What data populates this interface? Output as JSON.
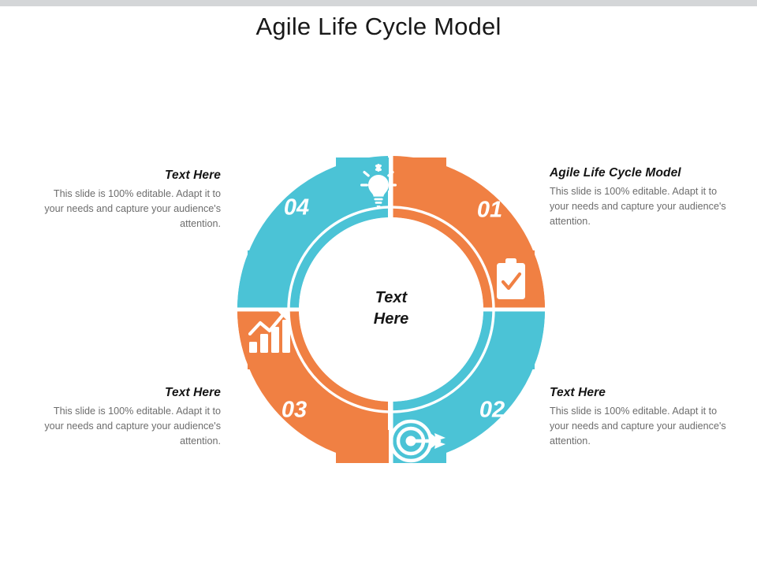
{
  "slide": {
    "title": "Agile Life Cycle Model",
    "center_label_line1": "Text",
    "center_label_line2": "Here",
    "accent_orange": "#F08043",
    "accent_teal": "#4BC3D6",
    "title_color": "#181818",
    "body_color": "#6D6D6D",
    "topbar_color": "#D4D6D8"
  },
  "segments": [
    {
      "number": "01",
      "color": "#F08043",
      "icon": "clipboard-check-icon",
      "position": "top-right",
      "heading": "Agile Life Cycle Model",
      "body": "This slide is 100% editable.  Adapt it to your needs and capture your audience's attention."
    },
    {
      "number": "02",
      "color": "#4BC3D6",
      "icon": "target-arrow-icon",
      "position": "bottom-right",
      "heading": "Text Here",
      "body": "This slide is 100% editable.  Adapt it to your needs and capture your audience's attention."
    },
    {
      "number": "03",
      "color": "#F08043",
      "icon": "bar-chart-growth-icon",
      "position": "bottom-left",
      "heading": "Text Here",
      "body": "This slide is 100% editable.  Adapt it to your needs and capture your audience's attention."
    },
    {
      "number": "04",
      "color": "#4BC3D6",
      "icon": "lightbulb-idea-icon",
      "position": "top-left",
      "heading": "Text Here",
      "body": "This slide is 100% editable.  Adapt it to your needs and capture your audience's attention."
    }
  ]
}
